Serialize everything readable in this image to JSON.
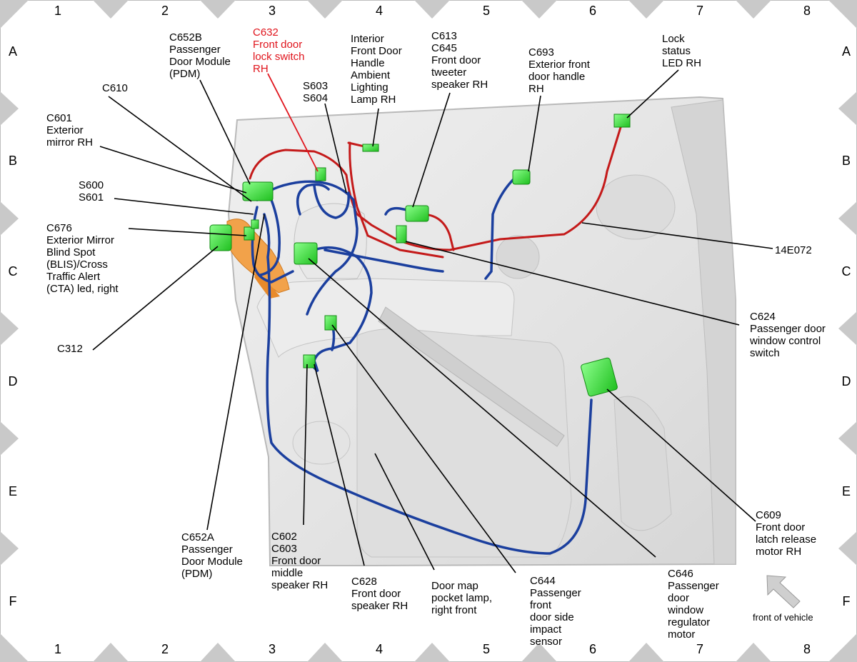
{
  "grid": {
    "columns": [
      "1",
      "2",
      "3",
      "4",
      "5",
      "6",
      "7",
      "8"
    ],
    "rows": [
      "A",
      "B",
      "C",
      "D",
      "E",
      "F"
    ]
  },
  "colors": {
    "accent_red": "#e0141c",
    "wire_red": "#c41a1a",
    "wire_blue": "#1b3f9e",
    "connector_green": "#33dd33",
    "panel_gray": "#e6e6e6",
    "frame_gray": "#c8c8c8"
  },
  "callouts": {
    "c652b": "C652B\nPassenger\nDoor Module\n(PDM)",
    "c632": "C632\nFront door\nlock switch\nRH",
    "interior_handle": "Interior\nFront Door\nHandle\nAmbient\nLighting\nLamp RH",
    "c613": "C613\nC645\nFront door\ntweeter\nspeaker RH",
    "c693": "C693\nExterior front\ndoor handle\nRH",
    "lock_status": "Lock\nstatus\nLED RH",
    "c610": "C610",
    "s603": "S603\nS604",
    "c601": "C601\nExterior\nmirror RH",
    "s600": "S600\nS601",
    "c676": "C676\nExterior Mirror\nBlind Spot\n(BLIS)/Cross\nTraffic Alert\n(CTA) led, right",
    "harness_14e072": "14E072",
    "c624": "C624\nPassenger door\nwindow control\nswitch",
    "c312": "C312",
    "c609": "C609\nFront door\nlatch release\nmotor RH",
    "c652a": "C652A\nPassenger\nDoor Module\n(PDM)",
    "c602": "C602\nC603\nFront door\nmiddle\nspeaker RH",
    "c628": "C628\nFront door\nspeaker RH",
    "door_map": "Door map\npocket lamp,\nright front",
    "c644": "C644\nPassenger\nfront\ndoor side\nimpact\nsensor",
    "c646": "C646\nPassenger\ndoor\nwindow\nregulator\nmotor"
  },
  "orientation_label": "front of vehicle",
  "icons": {
    "front_arrow": "arrow-up-left-icon"
  }
}
